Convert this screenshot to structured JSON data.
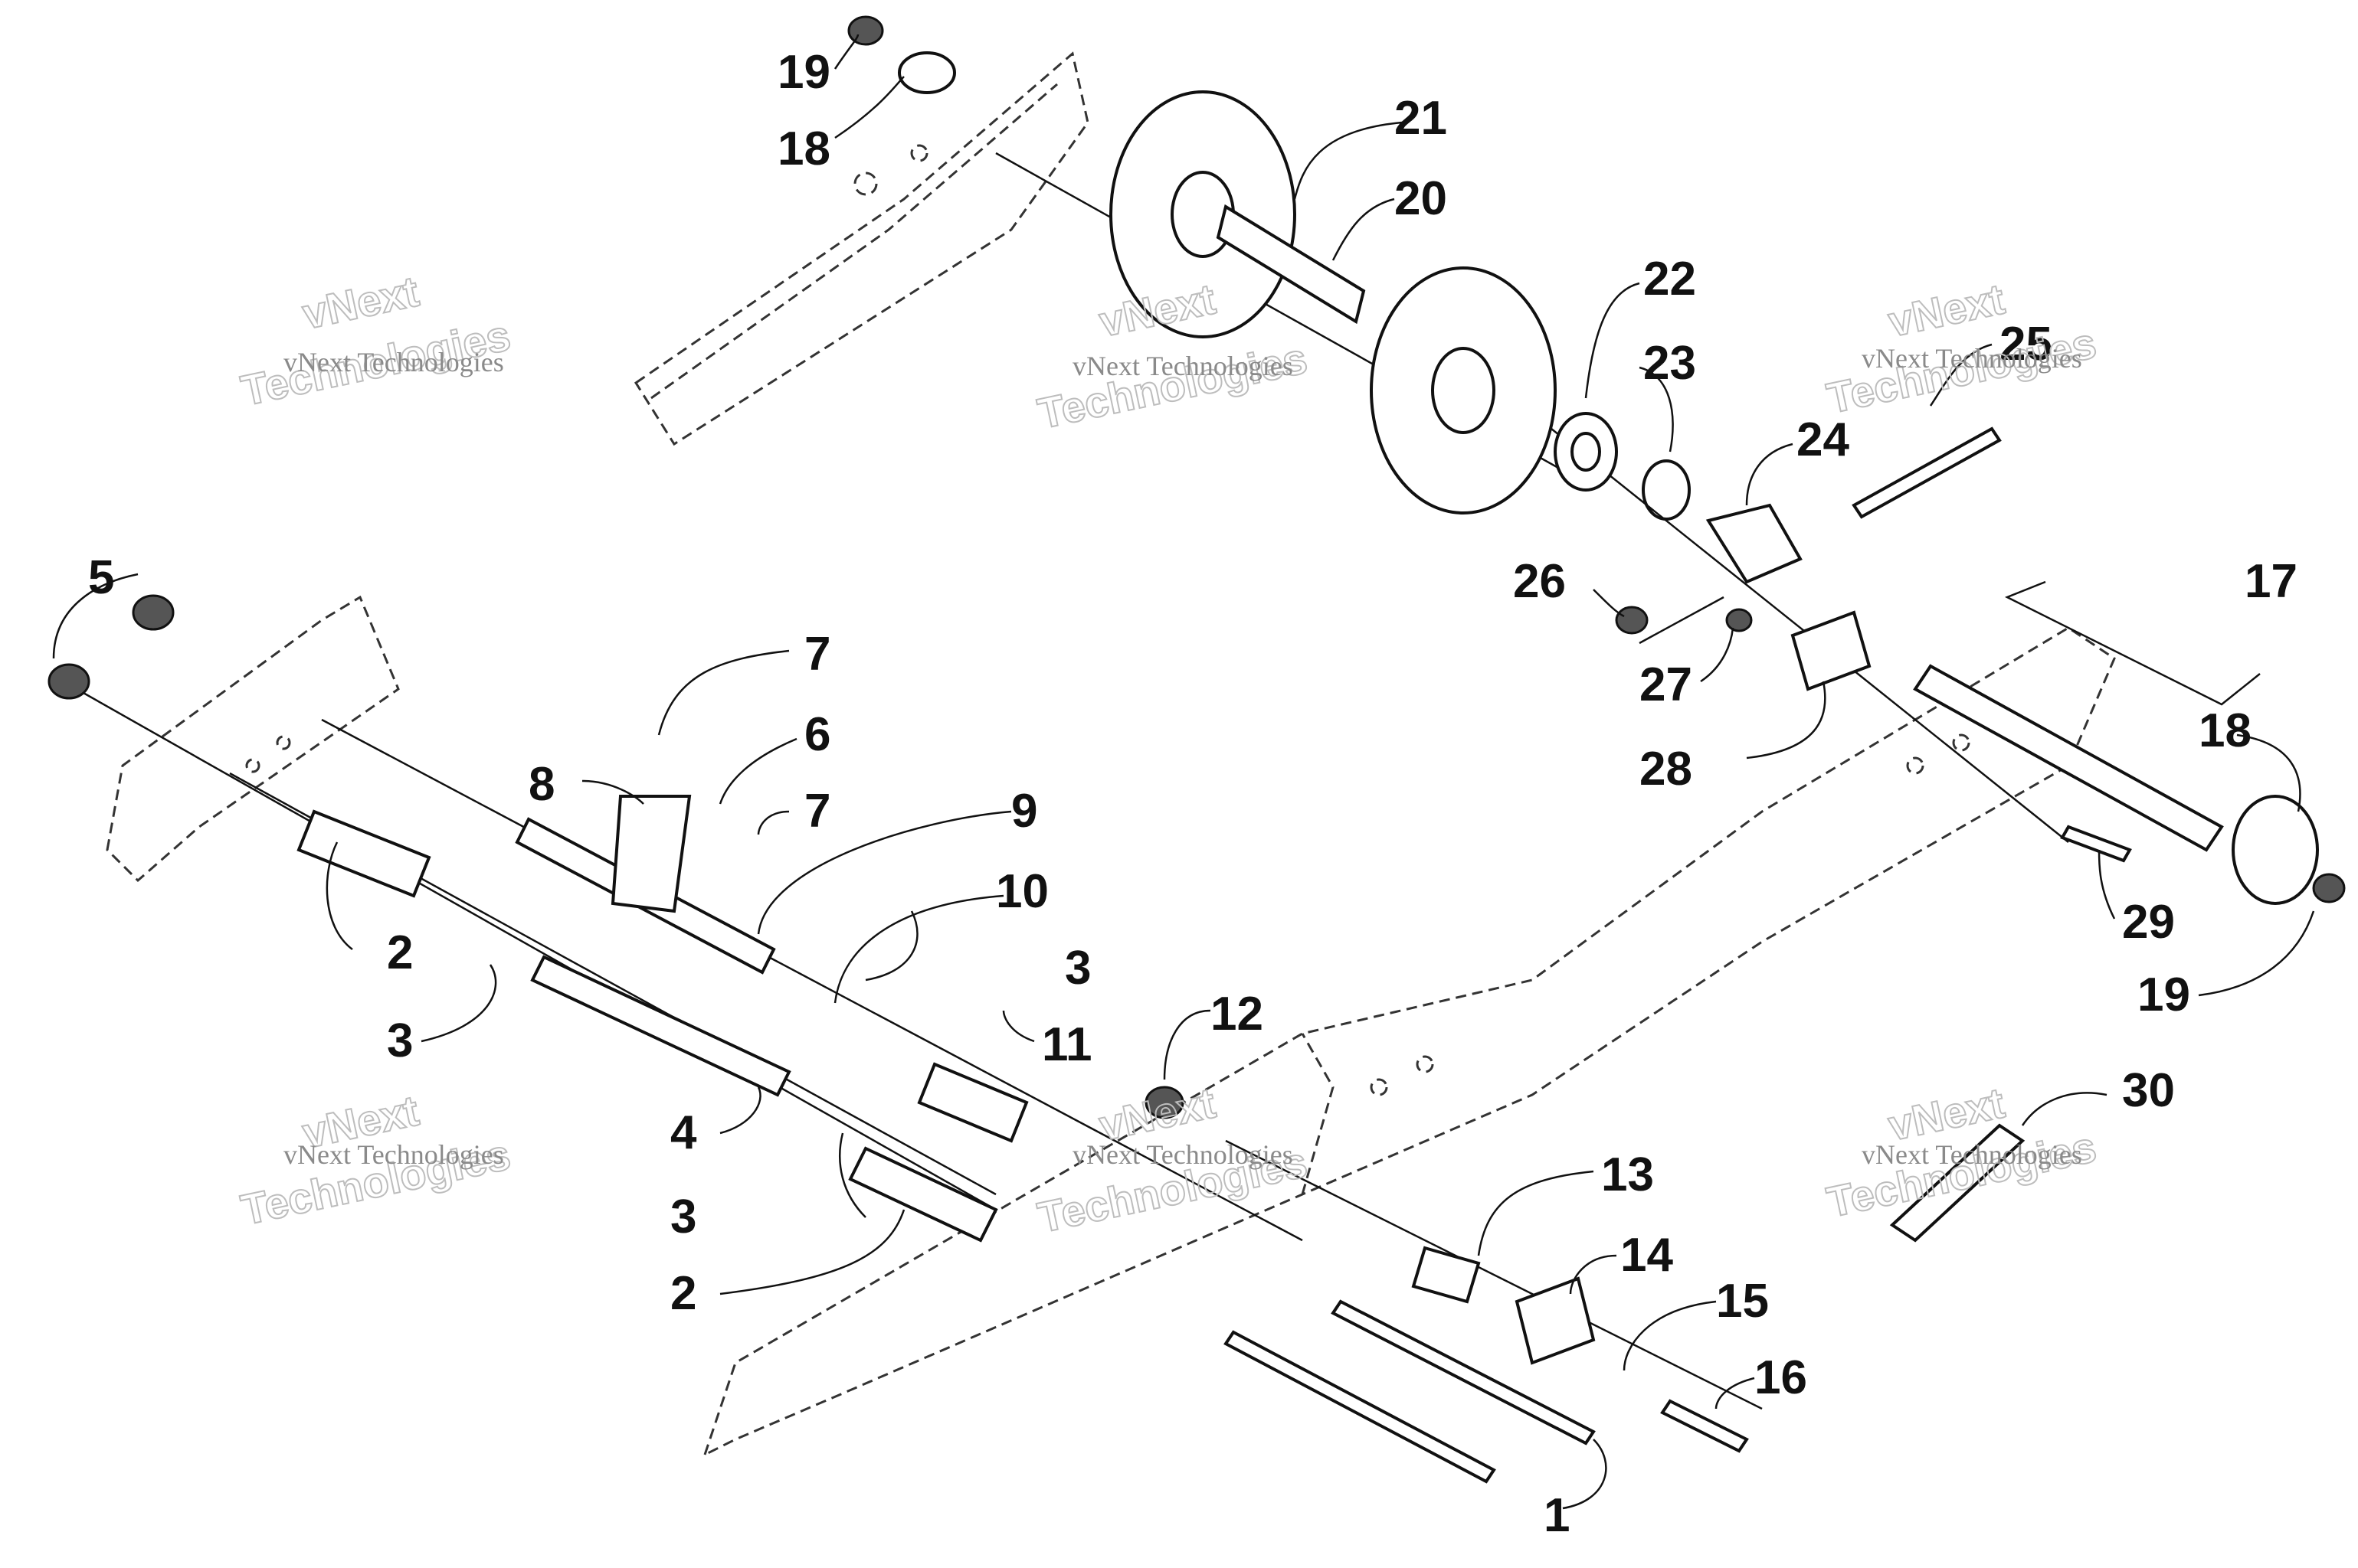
{
  "callouts": [
    {
      "id": "c1",
      "label": "1"
    },
    {
      "id": "c2a",
      "label": "2"
    },
    {
      "id": "c2b",
      "label": "2"
    },
    {
      "id": "c3a",
      "label": "3"
    },
    {
      "id": "c3b",
      "label": "3"
    },
    {
      "id": "c3c",
      "label": "3"
    },
    {
      "id": "c4",
      "label": "4"
    },
    {
      "id": "c5",
      "label": "5"
    },
    {
      "id": "c6",
      "label": "6"
    },
    {
      "id": "c7a",
      "label": "7"
    },
    {
      "id": "c7b",
      "label": "7"
    },
    {
      "id": "c8",
      "label": "8"
    },
    {
      "id": "c9",
      "label": "9"
    },
    {
      "id": "c10",
      "label": "10"
    },
    {
      "id": "c11",
      "label": "11"
    },
    {
      "id": "c12",
      "label": "12"
    },
    {
      "id": "c13",
      "label": "13"
    },
    {
      "id": "c14",
      "label": "14"
    },
    {
      "id": "c15",
      "label": "15"
    },
    {
      "id": "c16",
      "label": "16"
    },
    {
      "id": "c17",
      "label": "17"
    },
    {
      "id": "c18a",
      "label": "18"
    },
    {
      "id": "c18b",
      "label": "18"
    },
    {
      "id": "c19a",
      "label": "19"
    },
    {
      "id": "c19b",
      "label": "19"
    },
    {
      "id": "c20",
      "label": "20"
    },
    {
      "id": "c21",
      "label": "21"
    },
    {
      "id": "c22",
      "label": "22"
    },
    {
      "id": "c23",
      "label": "23"
    },
    {
      "id": "c24",
      "label": "24"
    },
    {
      "id": "c25",
      "label": "25"
    },
    {
      "id": "c26",
      "label": "26"
    },
    {
      "id": "c27",
      "label": "27"
    },
    {
      "id": "c28",
      "label": "28"
    },
    {
      "id": "c29",
      "label": "29"
    },
    {
      "id": "c30",
      "label": "30"
    }
  ],
  "watermark": {
    "line1": "vNext Technologies",
    "line2_a": "vNext",
    "line2_b": "Technologies"
  }
}
